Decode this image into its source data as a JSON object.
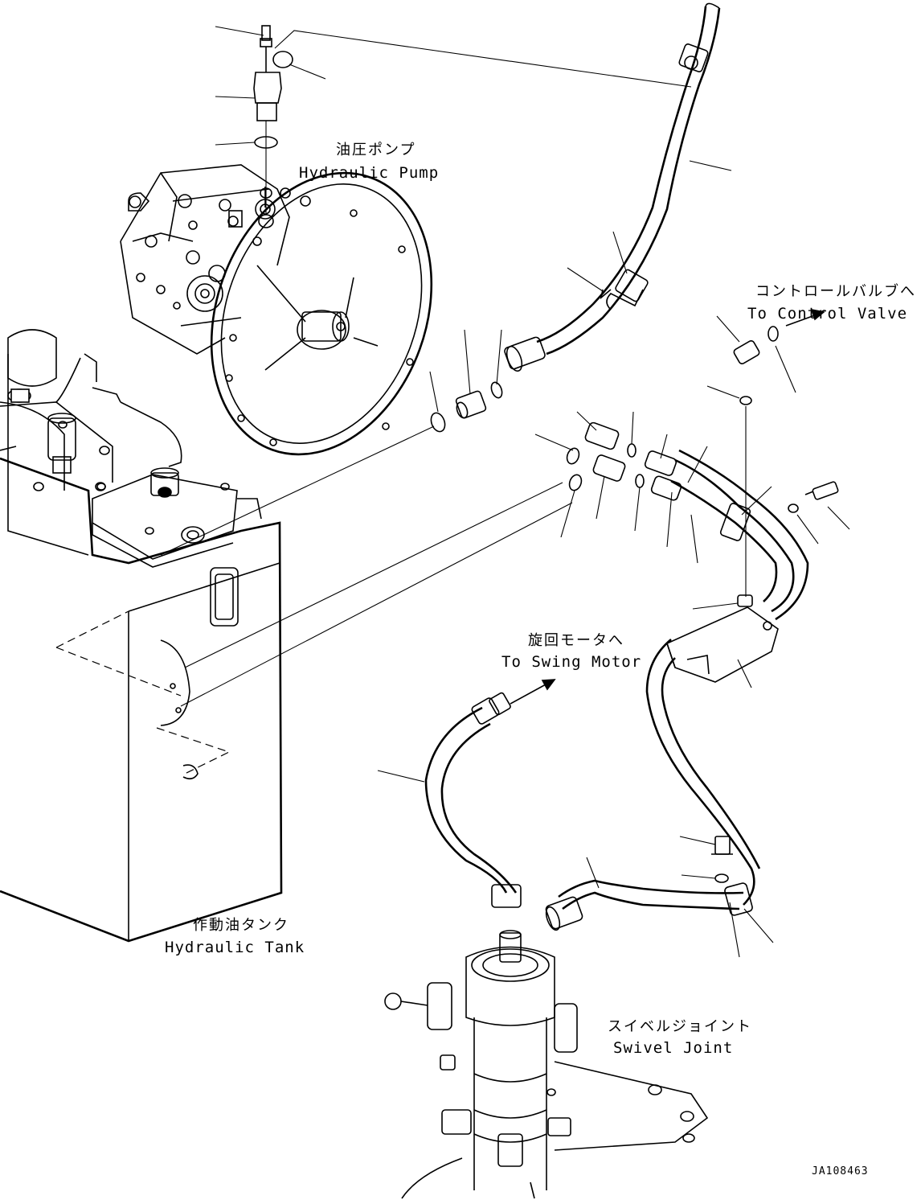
{
  "labels": {
    "pump_jp": "油圧ポンプ",
    "pump_en": "Hydraulic Pump",
    "control_jp": "コントロールバルブへ",
    "control_en": "To Control Valve",
    "swing_jp": "旋回モータへ",
    "swing_en": "To Swing Motor",
    "tank_jp": "作動油タンク",
    "tank_en": "Hydraulic Tank",
    "swivel_jp": "スイベルジョイント",
    "swivel_en": "Swivel Joint"
  },
  "reference_code": "JA108463"
}
